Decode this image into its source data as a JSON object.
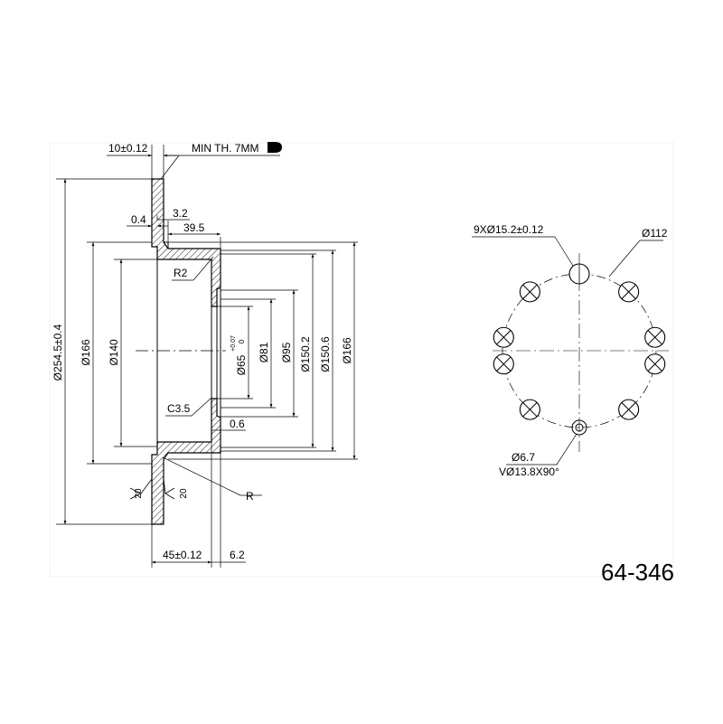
{
  "drawing": {
    "part_number": "64-346",
    "dims": {
      "thickness": "10±0.12",
      "min_thickness": "MIN TH. 7MM",
      "min_thickness_symbol": "D",
      "d_outer": "Ø254.5±0.4",
      "d_166_left": "Ø166",
      "d_140": "Ø140",
      "gap_04": "0.4",
      "wall_32": "3.2",
      "depth_395": "39.5",
      "radius_r2": "R2",
      "d_center": "Ø65",
      "tol_upper": "+0.07",
      "tol_lower": "0",
      "d_81": "Ø81",
      "d_95": "Ø95",
      "d_1502": "Ø150.2",
      "d_1506": "Ø150.6",
      "d_166_right": "Ø166",
      "chamfer": "C3.5",
      "gap_06": "0.6",
      "radius_r": "R",
      "angle_left": "20",
      "angle_right": "20",
      "height_45": "45±0.12",
      "offset_62": "6.2"
    },
    "holes": {
      "bolt_holes": "9XØ15.2±0.12",
      "pcd": "Ø112",
      "pin_hole": "Ø6.7",
      "countersink": "VØ13.8X90°"
    }
  }
}
